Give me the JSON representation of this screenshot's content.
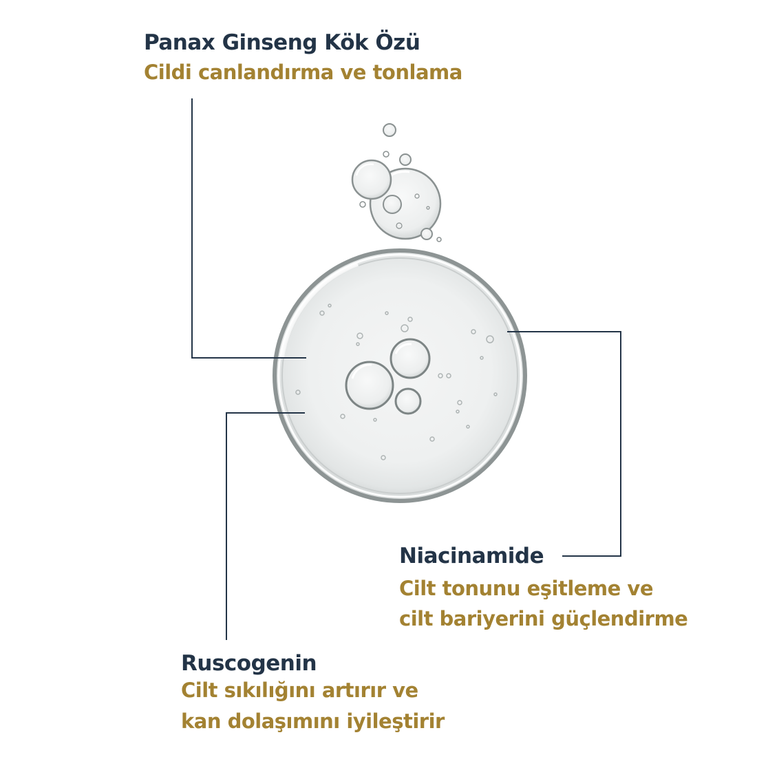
{
  "callouts": {
    "panax": {
      "title": "Panax Ginseng Kök Özü",
      "desc_lines": [
        "Cildi canlandırma ve tonlama"
      ]
    },
    "niacinamide": {
      "title": "Niacinamide",
      "desc_lines": [
        "Cilt tonunu eşitleme ve",
        "cilt bariyerini güçlendirme"
      ]
    },
    "ruscogenin": {
      "title": "Ruscogenin",
      "desc_lines": [
        "Cilt sıkılığını artırır ve",
        "kan dolaşımını iyileştirir"
      ]
    }
  },
  "colors": {
    "title": "#233447",
    "description": "#a38232",
    "connector": "#233447"
  }
}
